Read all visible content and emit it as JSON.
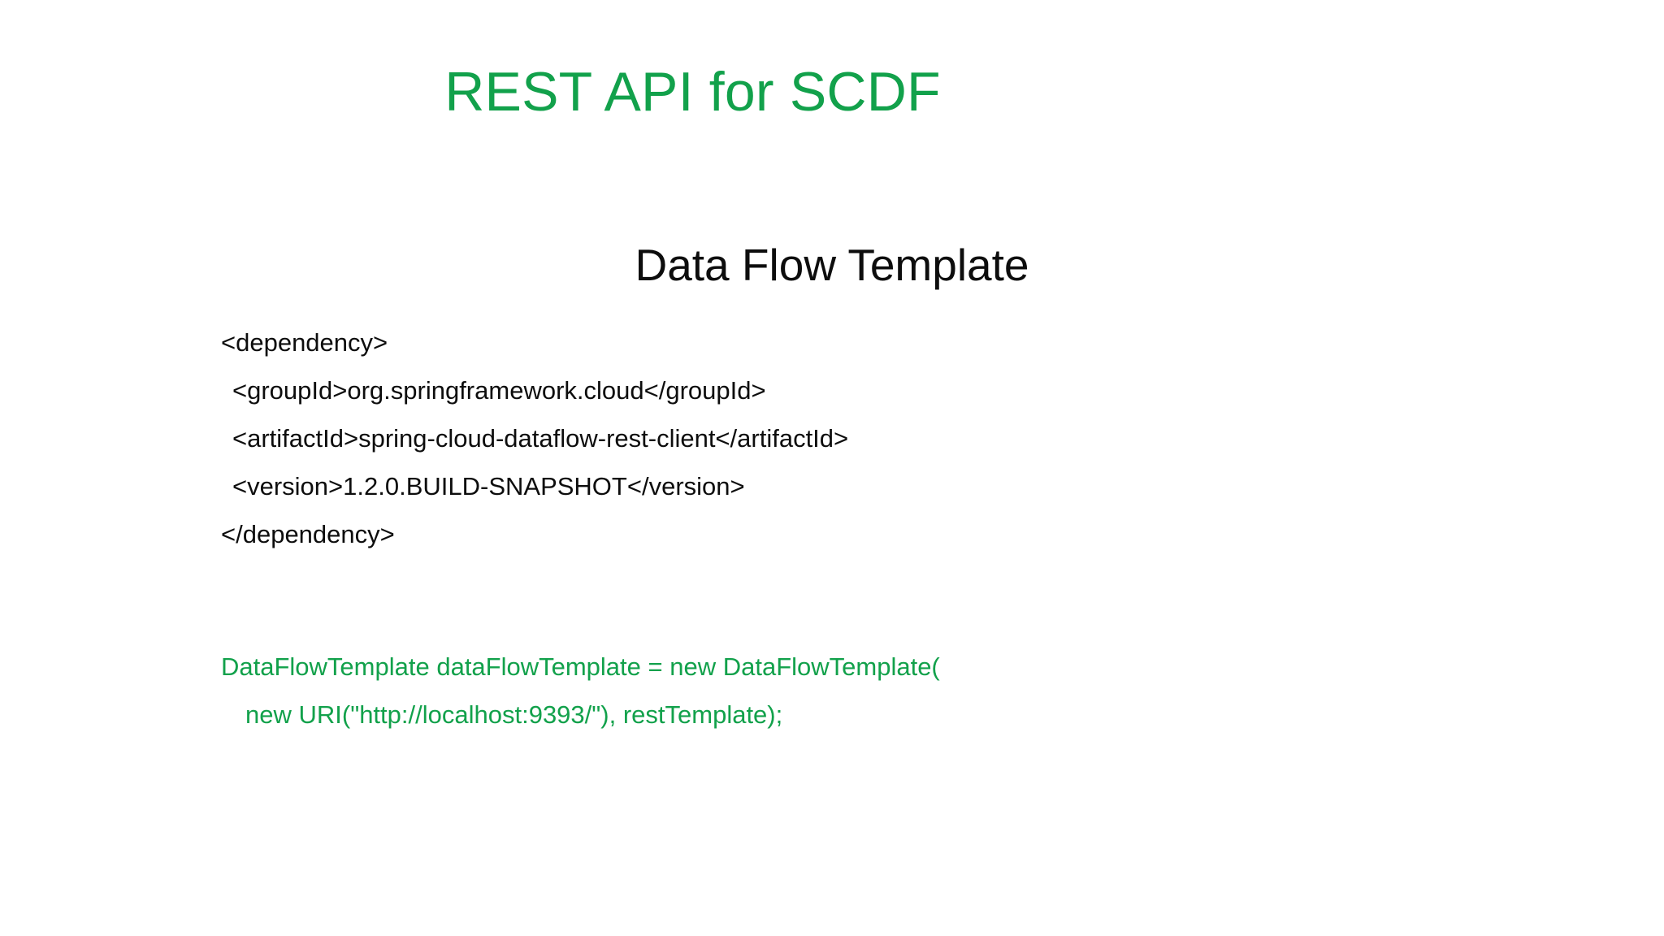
{
  "slide": {
    "title": "REST API for SCDF",
    "section_heading": "Data Flow Template",
    "title_color": "#12A14B",
    "heading_color": "#0D0D0D",
    "code_green": "#12A14B",
    "background": "#ffffff"
  },
  "xml_snippet": {
    "language": "xml",
    "lines": [
      "<dependency>",
      "<groupId>org.springframework.cloud</groupId>",
      "<artifactId>spring-cloud-dataflow-rest-client</artifactId>",
      "<version>1.2.0.BUILD-SNAPSHOT</version>",
      "</dependency>"
    ]
  },
  "java_snippet": {
    "language": "java",
    "lines": [
      "DataFlowTemplate dataFlowTemplate = new DataFlowTemplate(",
      "new URI(\"http://localhost:9393/\"), restTemplate);"
    ]
  }
}
